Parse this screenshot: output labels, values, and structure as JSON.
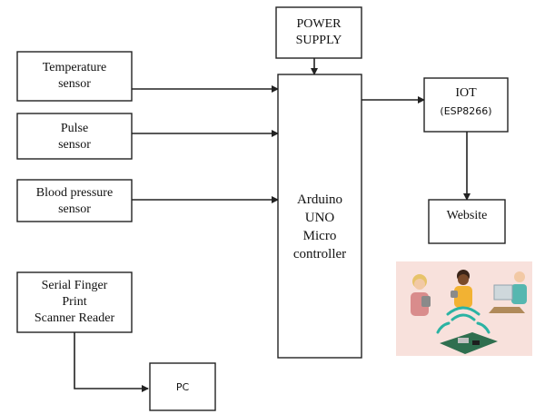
{
  "nodes": {
    "power_supply": [
      "POWER",
      "SUPPLY"
    ],
    "temperature": [
      "Temperature",
      "sensor"
    ],
    "pulse": [
      "Pulse",
      "sensor"
    ],
    "blood_pressure": [
      "Blood pressure",
      "sensor"
    ],
    "fingerprint": [
      "Serial Finger",
      "Print",
      "Scanner Reader"
    ],
    "pc": [
      "PC"
    ],
    "arduino": [
      "Arduino",
      "UNO",
      "Micro",
      "controller"
    ],
    "iot": [
      "IOT",
      "(ESP8266)"
    ],
    "website": [
      "Website"
    ]
  },
  "illustration": {
    "name": "iot-users-illustration",
    "colors": {
      "background": "#f8e1dc",
      "wifi": "#2bb3a3",
      "board": "#2f6f4f",
      "skin_dark": "#7a4a2a",
      "shirt_yellow": "#f2b233",
      "shirt_teal": "#56b7b0",
      "hair_blonde": "#e7c36a"
    }
  }
}
